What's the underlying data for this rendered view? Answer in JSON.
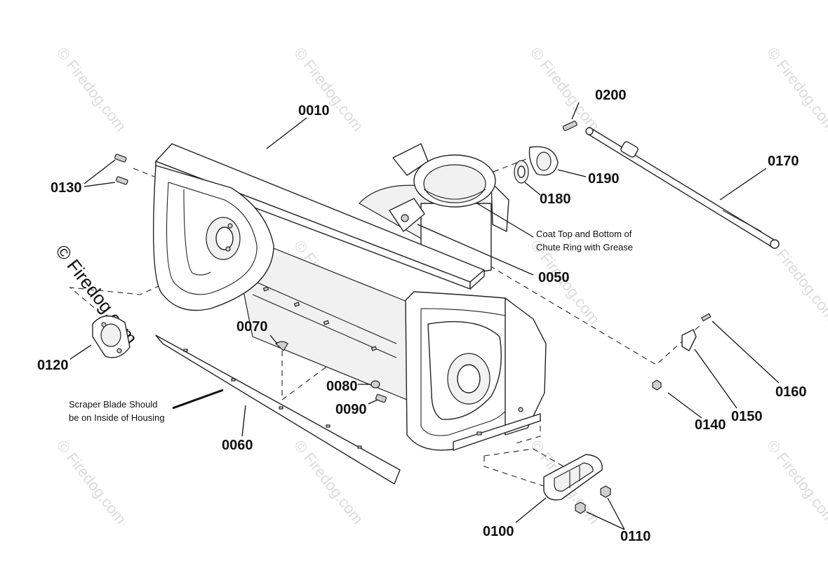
{
  "watermark": {
    "text": "© Firedog.com",
    "color": "#dcdcdc"
  },
  "callouts": {
    "c0010": "0010",
    "c0050": "0050",
    "c0060": "0060",
    "c0070": "0070",
    "c0080": "0080",
    "c0090": "0090",
    "c0100": "0100",
    "c0110": "0110",
    "c0120": "0120",
    "c0130": "0130",
    "c0140": "0140",
    "c0150": "0150",
    "c0160": "0160",
    "c0170": "0170",
    "c0180": "0180",
    "c0190": "0190",
    "c0200": "0200"
  },
  "notes": {
    "grease_line1": "Coat Top and Bottom of",
    "grease_line2": "Chute Ring with Grease",
    "scraper_line1": "Scraper Blade Should",
    "scraper_line2": "be on Inside of Housing"
  }
}
